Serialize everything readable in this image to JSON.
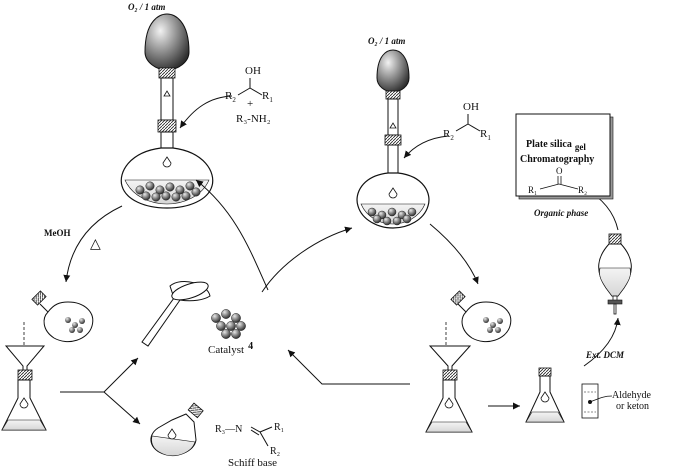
{
  "reaction1": {
    "o2_label": "O₂ / 1 atm",
    "oh": "OH",
    "r1": "R",
    "r1_sub": "1",
    "r2": "R",
    "r2_sub": "2",
    "plus": "+",
    "amine": "R₃-NH₂"
  },
  "reaction2": {
    "o2_label": "O₂ / 1 atm",
    "oh": "OH",
    "r1": "R",
    "r1_sub": "1",
    "r2": "R",
    "r2_sub": "2"
  },
  "left_conditions": {
    "solvent": "MeOH",
    "heat_symbol": "△"
  },
  "catalyst": {
    "label": "Catalyst",
    "number": "4"
  },
  "schiff": {
    "n_group": "R₃—N",
    "r1": "R₁",
    "r2": "R₂",
    "label": "Schiff base"
  },
  "right_workup": {
    "extraction": "Ext. DCM",
    "organic": "Organic phase",
    "tlc_line1": "Plate silica",
    "tlc_gel": "gel",
    "tlc_line2": "Chromatography",
    "tlc_o": "O",
    "tlc_r1": "R₁",
    "tlc_r2": "R₂",
    "product_line1": "Aldehyde",
    "product_line2": "or keton"
  },
  "colors": {
    "ink": "#111111",
    "glass": "#ffffff",
    "balloon_dark": "#3a3a3a",
    "balloon_light": "#d8d8d8",
    "bead_dark": "#555555",
    "bead_light": "#cfcfcf"
  }
}
